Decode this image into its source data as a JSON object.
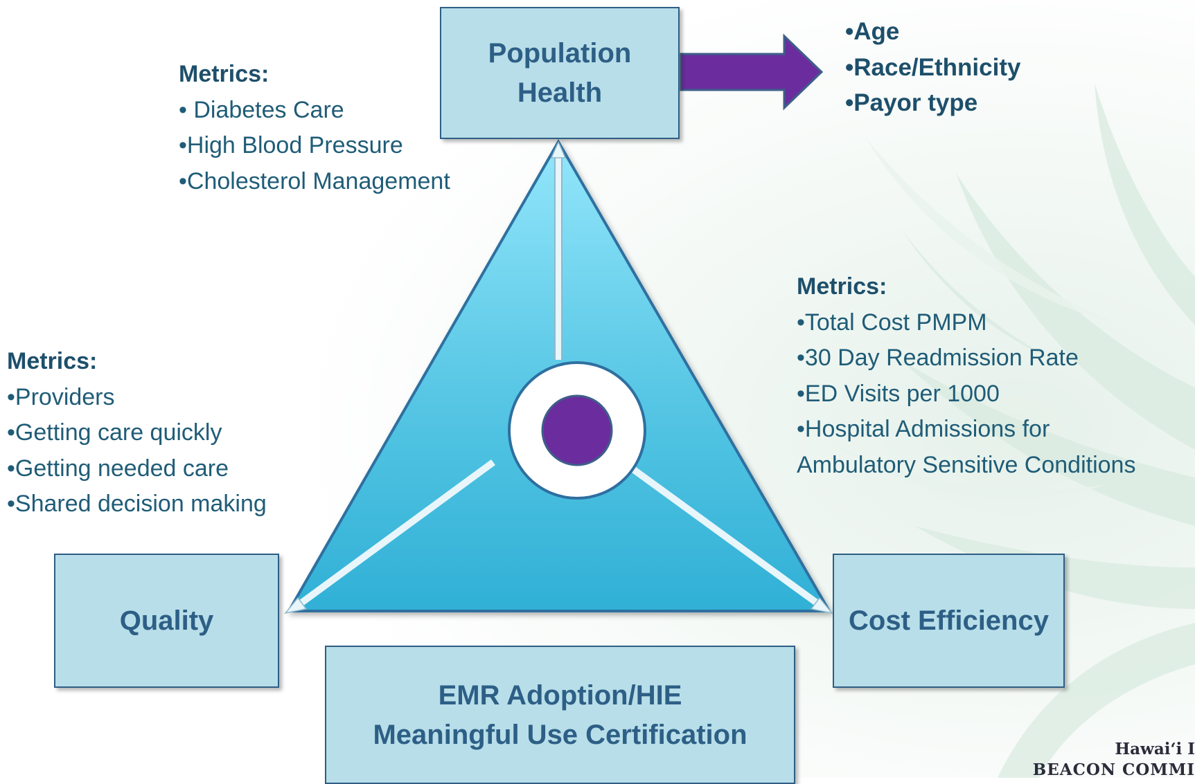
{
  "boxes": {
    "population_health": [
      "Population",
      "Health"
    ],
    "quality": "Quality",
    "cost_efficiency": "Cost Efficiency",
    "emr": [
      "EMR Adoption/HIE",
      "Meaningful Use Certification"
    ]
  },
  "population_metrics": {
    "heading": "Metrics:",
    "items": [
      "• Diabetes Care",
      "•High Blood Pressure",
      "•Cholesterol Management"
    ]
  },
  "demographics": {
    "items": [
      "•Age",
      "•Race/Ethnicity",
      "•Payor type"
    ]
  },
  "quality_metrics": {
    "heading": "Metrics:",
    "items": [
      "•Providers",
      "•Getting care quickly",
      "•Getting needed care",
      "•Shared decision making"
    ]
  },
  "cost_metrics": {
    "heading": "Metrics:",
    "items": [
      "•Total Cost PMPM",
      "•30 Day Readmission Rate",
      "•ED Visits per 1000",
      "•Hospital Admissions for",
      "Ambulatory Sensitive Conditions"
    ]
  },
  "logo": {
    "line1": "Hawai‘i I",
    "line2": "BEACON COMMI"
  },
  "colors": {
    "box_fill": "#b8dee9",
    "box_border": "#2e5d84",
    "box_text": "#2d5f86",
    "triangle_top": "#93e6fb",
    "triangle_bottom": "#30b0d6",
    "accent_purple": "#6b2d9e",
    "metrics_text": "#1f5c77"
  }
}
